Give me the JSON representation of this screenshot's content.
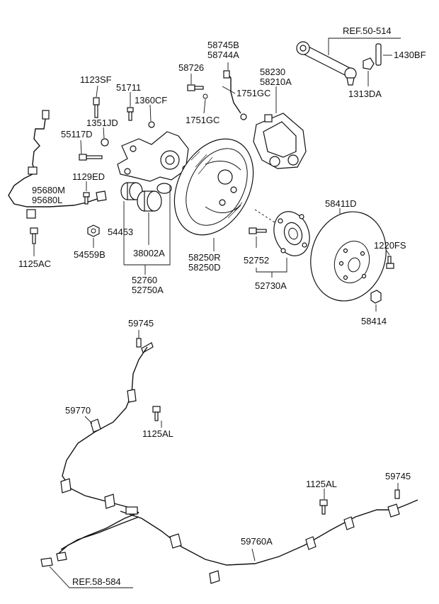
{
  "diagram": {
    "references": {
      "ref_top": "REF.50-514",
      "ref_bottom": "REF.58-584"
    },
    "part_labels": {
      "p1430BF": "1430BF",
      "p1313DA": "1313DA",
      "p58745B": "58745B",
      "p58744A": "58744A",
      "p58726": "58726",
      "p58230": "58230",
      "p58210A": "58210A",
      "p1751GC_a": "1751GC",
      "p1751GC_b": "1751GC",
      "p1123SF": "1123SF",
      "p51711": "51711",
      "p1360CF": "1360CF",
      "p1351JD": "1351JD",
      "p55117D": "55117D",
      "p1129ED": "1129ED",
      "p95680M": "95680M",
      "p95680L": "95680L",
      "p1125AC": "1125AC",
      "p54559B": "54559B",
      "p54453": "54453",
      "p38002A": "38002A",
      "p52760": "52760",
      "p52750A": "52750A",
      "p58250R": "58250R",
      "p58250D": "58250D",
      "p52752": "52752",
      "p52730A": "52730A",
      "p58411D": "58411D",
      "p1220FS": "1220FS",
      "p58414": "58414",
      "p59745_a": "59745",
      "p59745_b": "59745",
      "p59770": "59770",
      "p1125AL_a": "1125AL",
      "p1125AL_b": "1125AL",
      "p59760A": "59760A"
    }
  }
}
